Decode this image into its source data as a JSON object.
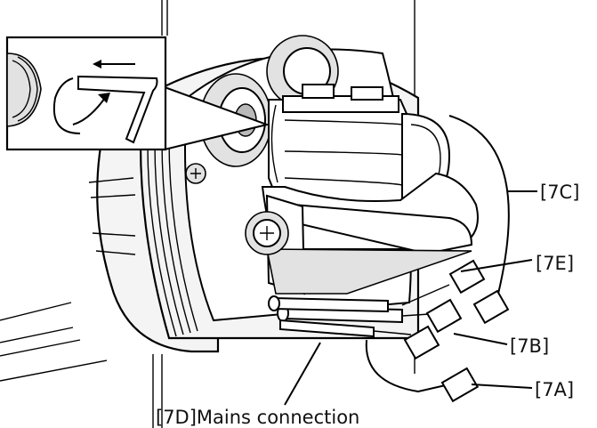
{
  "diagram": {
    "labels": {
      "7a": "[7A]",
      "7b": "[7B]",
      "7c": "[7C]",
      "7d": "[7D]Mains connection",
      "7e": "[7E]"
    }
  }
}
